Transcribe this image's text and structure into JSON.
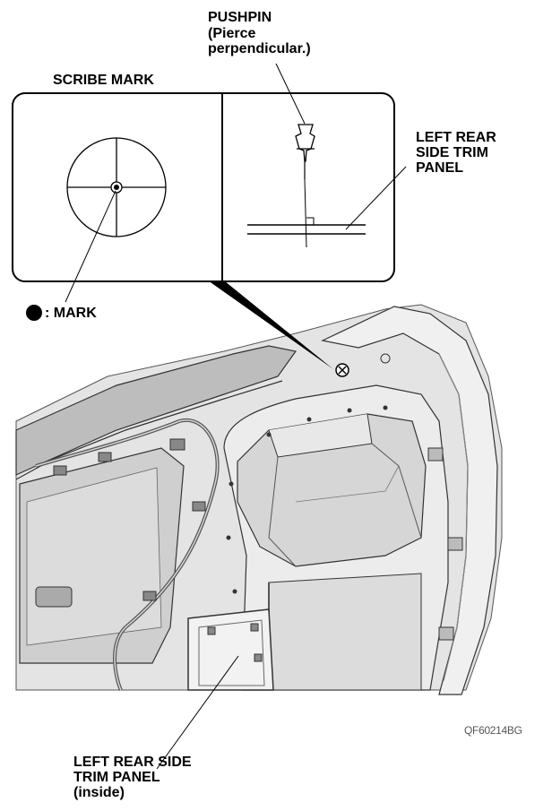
{
  "labels": {
    "pushpin_title": "PUSHPIN",
    "pushpin_note": "(Pierce\nperpendicular.)",
    "scribe_mark": "SCRIBE MARK",
    "panel_right": "LEFT REAR\nSIDE TRIM\nPANEL",
    "mark_legend": ": MARK",
    "panel_inside": "LEFT REAR SIDE\nTRIM PANEL\n(inside)",
    "figure_code": "QF60214BG"
  },
  "colors": {
    "line": "#000000",
    "panel_fill": "#e4e4e4",
    "panel_shade": "#c8c8c8",
    "panel_dark": "#9a9a9a",
    "background": "#ffffff"
  },
  "icons": {
    "mark_bullet": "filled-circle",
    "pushpin": "pushpin-icon"
  }
}
